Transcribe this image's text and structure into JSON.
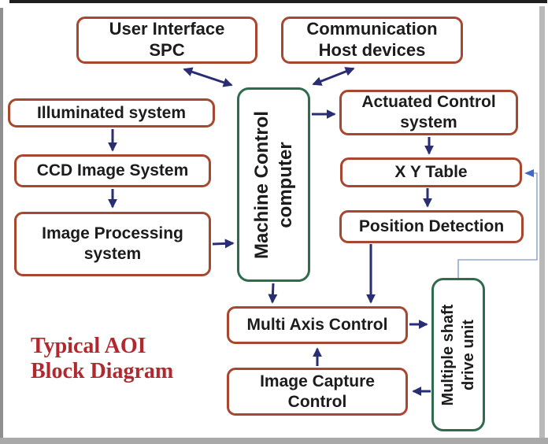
{
  "diagram": {
    "caption": [
      "Typical AOI",
      "Block Diagram"
    ],
    "nodes": {
      "user_interface_spc": {
        "lines": [
          "User Interface",
          "SPC"
        ],
        "border": "red"
      },
      "communication_host": {
        "lines": [
          "Communication",
          "Host devices"
        ],
        "border": "red"
      },
      "illuminated_system": {
        "lines": [
          "Illuminated system"
        ],
        "border": "red"
      },
      "ccd_image_system": {
        "lines": [
          "CCD Image System"
        ],
        "border": "red"
      },
      "image_processing_system": {
        "lines": [
          "Image Processing",
          "system"
        ],
        "border": "red"
      },
      "machine_control_computer": {
        "lines": [
          "Machine Control",
          "computer"
        ],
        "border": "green",
        "orientation": "vertical"
      },
      "actuated_control_system": {
        "lines": [
          "Actuated Control",
          "system"
        ],
        "border": "red"
      },
      "xy_table": {
        "lines": [
          "X Y Table"
        ],
        "border": "red"
      },
      "position_detection": {
        "lines": [
          "Position Detection"
        ],
        "border": "red"
      },
      "multi_axis_control": {
        "lines": [
          "Multi Axis Control"
        ],
        "border": "red"
      },
      "image_capture_control": {
        "lines": [
          "Image Capture",
          "Control"
        ],
        "border": "red"
      },
      "multiple_shaft_drive_unit": {
        "lines": [
          "Multiple shaft",
          "drive unit"
        ],
        "border": "green",
        "orientation": "vertical"
      }
    },
    "edges": [
      {
        "from": "user_interface_spc",
        "to": "machine_control_computer",
        "style": "bidirectional"
      },
      {
        "from": "communication_host",
        "to": "machine_control_computer",
        "style": "bidirectional"
      },
      {
        "from": "illuminated_system",
        "to": "ccd_image_system",
        "style": "arrow"
      },
      {
        "from": "ccd_image_system",
        "to": "image_processing_system",
        "style": "arrow"
      },
      {
        "from": "image_processing_system",
        "to": "machine_control_computer",
        "style": "arrow"
      },
      {
        "from": "machine_control_computer",
        "to": "actuated_control_system",
        "style": "arrow"
      },
      {
        "from": "actuated_control_system",
        "to": "xy_table",
        "style": "arrow"
      },
      {
        "from": "xy_table",
        "to": "position_detection",
        "style": "arrow"
      },
      {
        "from": "position_detection",
        "to": "multi_axis_control",
        "style": "arrow"
      },
      {
        "from": "machine_control_computer",
        "to": "multi_axis_control",
        "style": "arrow"
      },
      {
        "from": "multi_axis_control",
        "to": "multiple_shaft_drive_unit",
        "style": "arrow"
      },
      {
        "from": "multiple_shaft_drive_unit",
        "to": "image_capture_control",
        "style": "arrow"
      },
      {
        "from": "image_capture_control",
        "to": "multi_axis_control",
        "style": "arrow"
      },
      {
        "from": "multiple_shaft_drive_unit",
        "to": "xy_table",
        "style": "feedback"
      }
    ],
    "colors": {
      "node_border_red": "#a8472f",
      "node_border_green": "#2f6b4d",
      "arrow": "#292e72",
      "feedback_line": "#94a9d2",
      "feedback_arrowhead": "#3e69c6",
      "caption_text": "#b1282e",
      "node_text": "#1c1c1c"
    }
  }
}
